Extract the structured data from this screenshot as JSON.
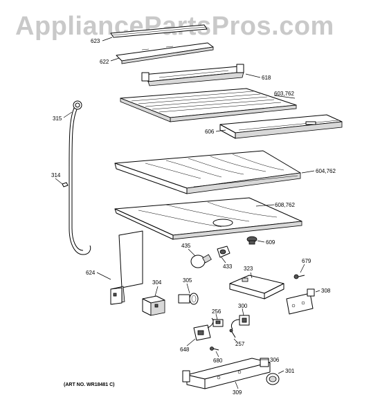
{
  "watermark": "AppliancePartsPros.com",
  "art_number": "(ART NO. WR18481 C)",
  "callouts": {
    "p623": "623",
    "p622": "622",
    "p618": "618",
    "p603": "603,762",
    "p315": "315",
    "p606": "606",
    "p314": "314",
    "p604": "604,762",
    "p608": "608,762",
    "p435": "435",
    "p433": "433",
    "p609": "609",
    "p624": "624",
    "p323": "323",
    "p679": "679",
    "p304": "304",
    "p305": "305",
    "p308": "308",
    "p256": "256",
    "p300": "300",
    "p257": "257",
    "p648": "648",
    "p680": "680",
    "p306": "306",
    "p301": "301",
    "p309": "309"
  }
}
